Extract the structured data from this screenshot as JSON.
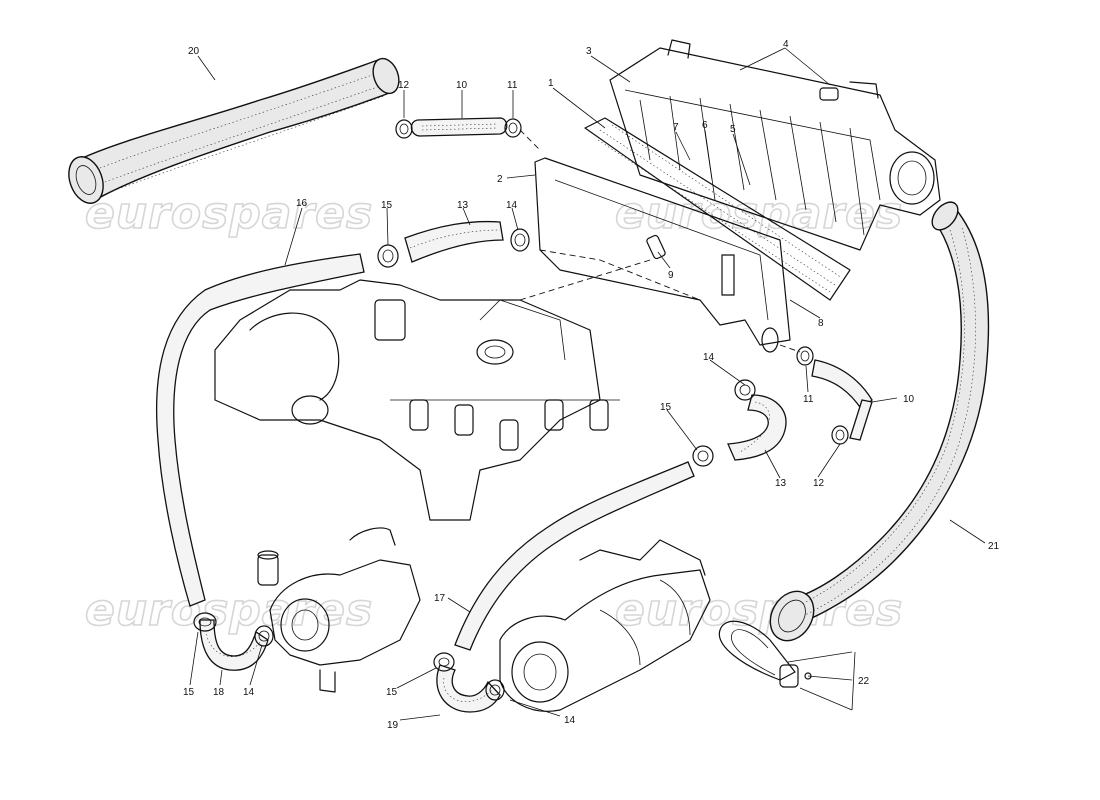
{
  "watermark": {
    "text": "eurospares"
  },
  "callouts": [
    {
      "id": "c1",
      "text": "1"
    },
    {
      "id": "c2",
      "text": "2"
    },
    {
      "id": "c3",
      "text": "3"
    },
    {
      "id": "c4",
      "text": "4"
    },
    {
      "id": "c5",
      "text": "5"
    },
    {
      "id": "c6",
      "text": "6"
    },
    {
      "id": "c7",
      "text": "7"
    },
    {
      "id": "c8",
      "text": "8"
    },
    {
      "id": "c9",
      "text": "9"
    },
    {
      "id": "c10a",
      "text": "10"
    },
    {
      "id": "c10b",
      "text": "10"
    },
    {
      "id": "c11a",
      "text": "11"
    },
    {
      "id": "c11b",
      "text": "11"
    },
    {
      "id": "c12a",
      "text": "12"
    },
    {
      "id": "c12b",
      "text": "12"
    },
    {
      "id": "c13a",
      "text": "13"
    },
    {
      "id": "c13b",
      "text": "13"
    },
    {
      "id": "c14a",
      "text": "14"
    },
    {
      "id": "c14b",
      "text": "14"
    },
    {
      "id": "c14c",
      "text": "14"
    },
    {
      "id": "c14d",
      "text": "14"
    },
    {
      "id": "c15a",
      "text": "15"
    },
    {
      "id": "c15b",
      "text": "15"
    },
    {
      "id": "c15c",
      "text": "15"
    },
    {
      "id": "c15d",
      "text": "15"
    },
    {
      "id": "c16",
      "text": "16"
    },
    {
      "id": "c17",
      "text": "17"
    },
    {
      "id": "c18",
      "text": "18"
    },
    {
      "id": "c19",
      "text": "19"
    },
    {
      "id": "c20",
      "text": "20"
    },
    {
      "id": "c21",
      "text": "21"
    },
    {
      "id": "c22",
      "text": "22"
    }
  ]
}
